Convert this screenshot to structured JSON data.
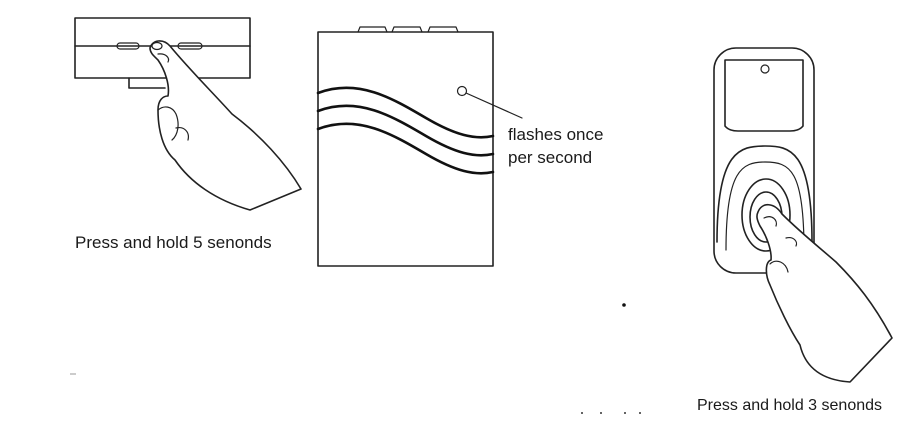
{
  "labels": {
    "hold_5": "Press and hold 5 senonds",
    "flashes_line1": "flashes once",
    "flashes_line2": "per second",
    "hold_3": "Press and hold 3 senonds"
  }
}
